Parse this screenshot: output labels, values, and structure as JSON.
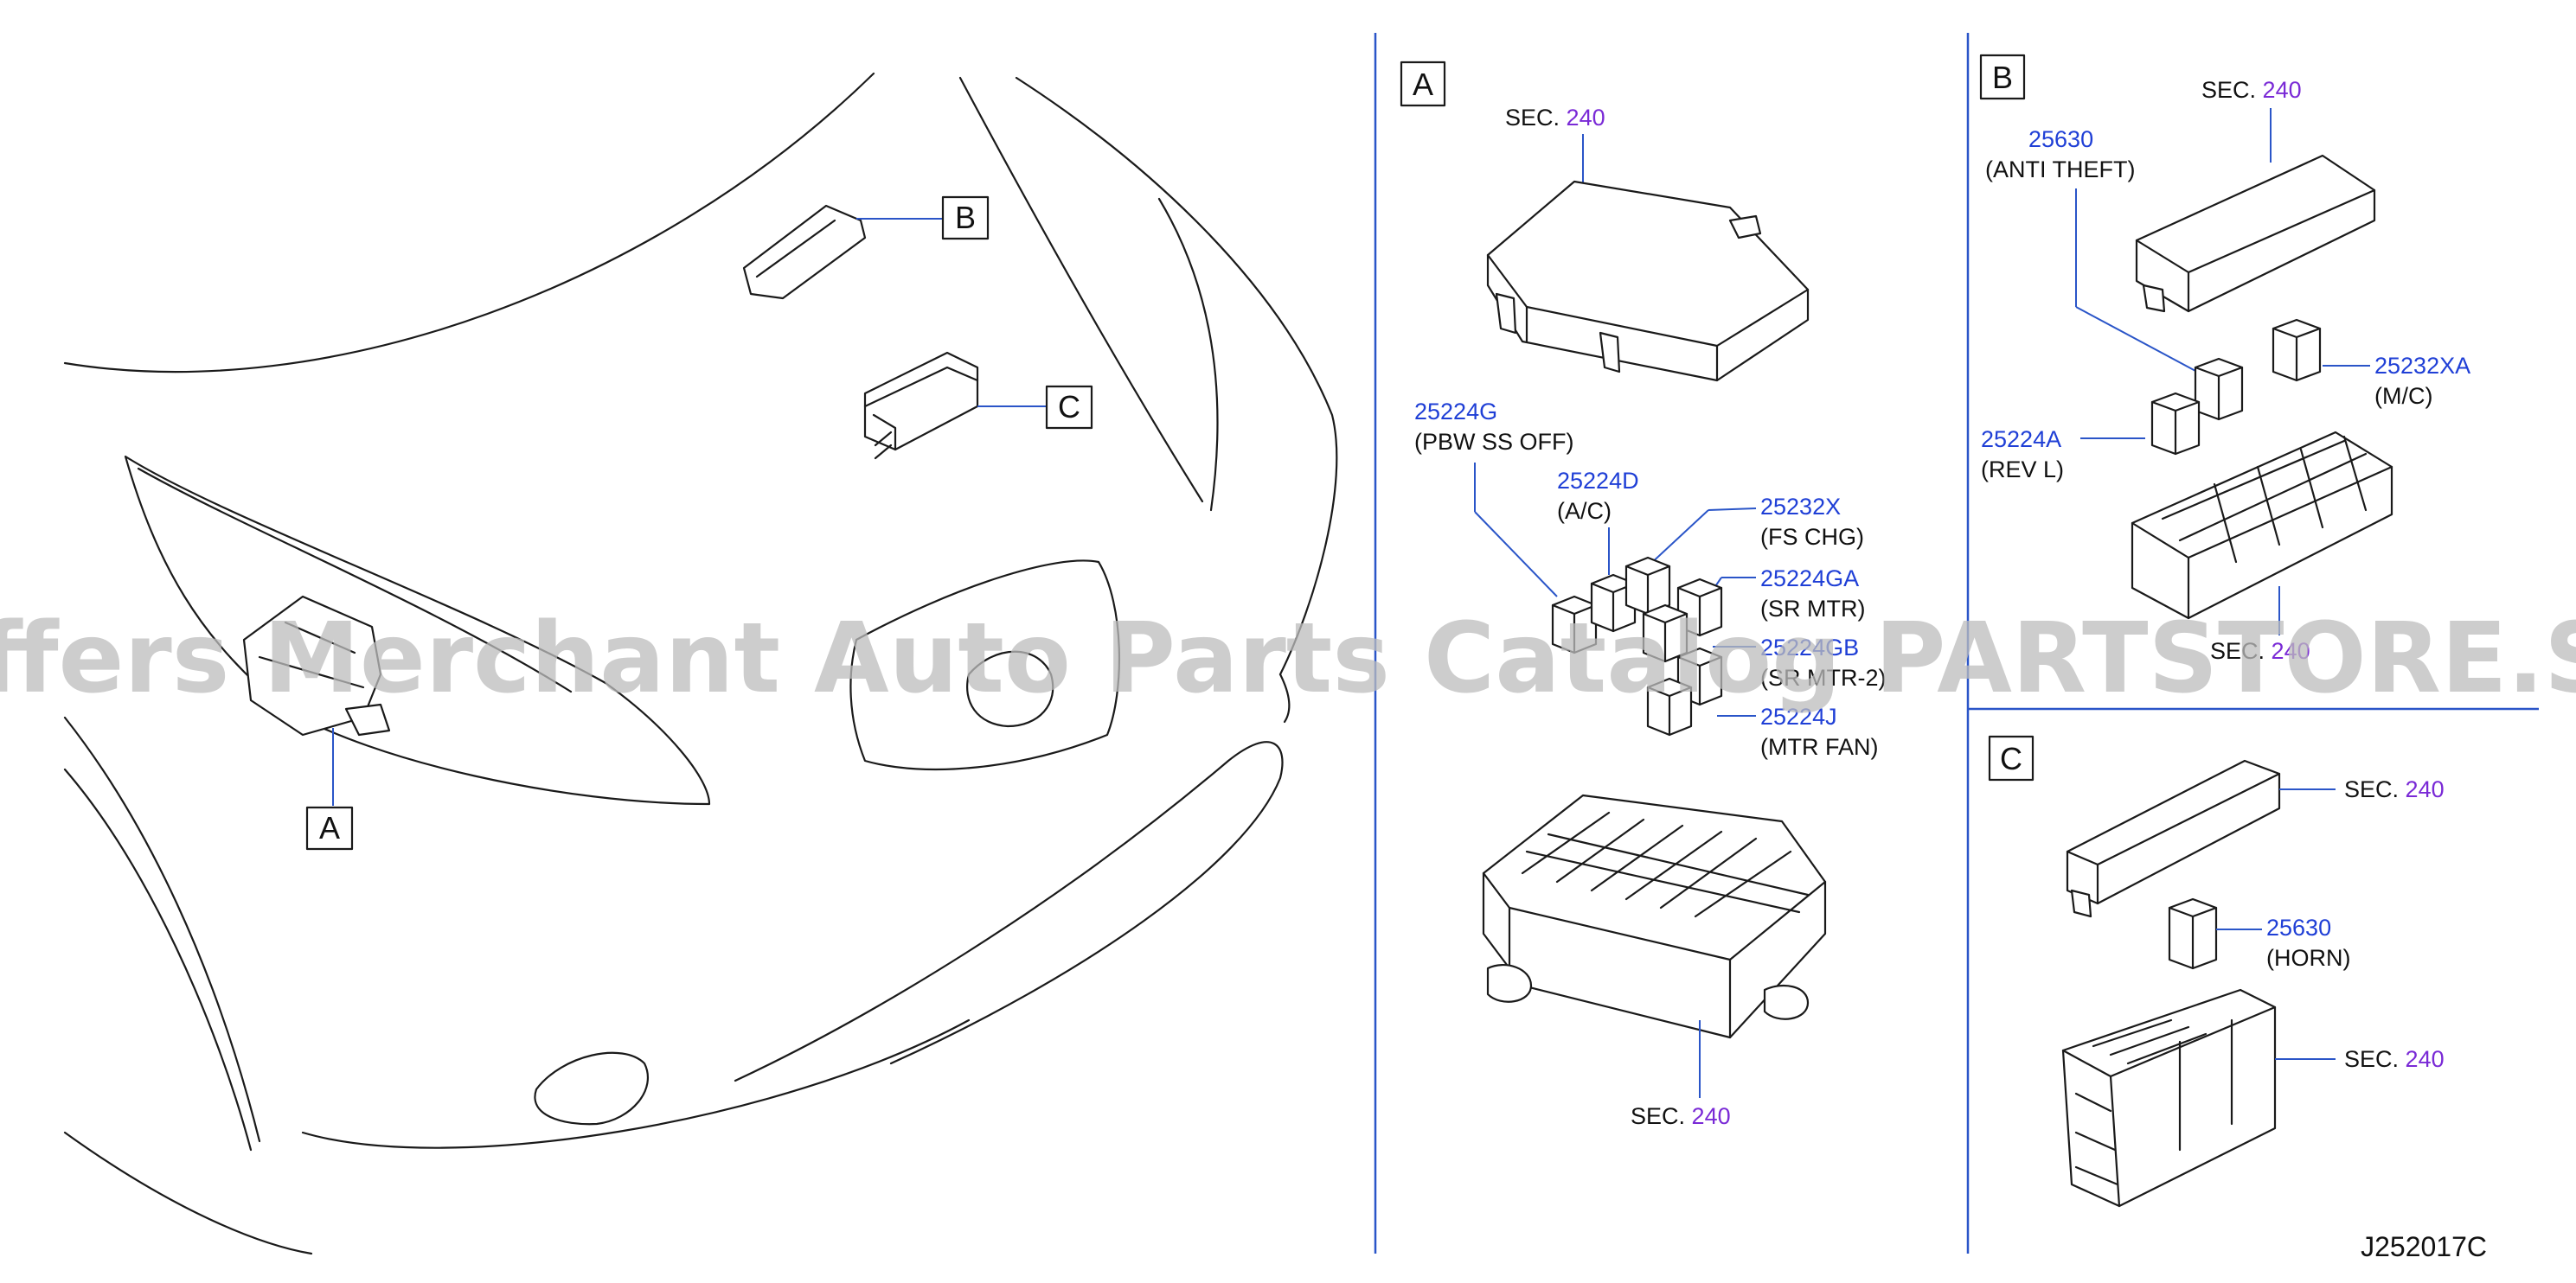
{
  "diagram_code": "J252017C",
  "watermark": "Offers Merchant Auto Parts Catalog PARTSTORE.SA",
  "overview": {
    "callout_a": "A",
    "callout_b": "B",
    "callout_c": "C"
  },
  "panel_a": {
    "label": "A",
    "cover": {
      "sec_prefix": "SEC.",
      "sec_num": "240"
    },
    "relays": [
      {
        "part": "25224G",
        "desc": "(PBW   SS   OFF)"
      },
      {
        "part": "25224D",
        "desc": "(A/C)"
      },
      {
        "part": "25232X",
        "desc": "(FS   CHG)"
      },
      {
        "part": "25224GA",
        "desc": "(SR   MTR)"
      },
      {
        "part": "25224GB",
        "desc": "(SR   MTR-2)"
      },
      {
        "part": "25224J",
        "desc": "(MTR   FAN)"
      }
    ],
    "block": {
      "sec_prefix": "SEC.",
      "sec_num": "240"
    }
  },
  "panel_b": {
    "label": "B",
    "cover": {
      "sec_prefix": "SEC.",
      "sec_num": "240"
    },
    "relays": [
      {
        "part": "25630",
        "desc": "(ANTI   THEFT)"
      },
      {
        "part": "25232XA",
        "desc": "(M/C)"
      },
      {
        "part": "25224A",
        "desc": "(REV   L)"
      }
    ],
    "block": {
      "sec_prefix": "SEC.",
      "sec_num": "240"
    }
  },
  "panel_c": {
    "label": "C",
    "cover": {
      "sec_prefix": "SEC.",
      "sec_num": "240"
    },
    "relays": [
      {
        "part": "25630",
        "desc": "(HORN)"
      }
    ],
    "block": {
      "sec_prefix": "SEC.",
      "sec_num": "240"
    }
  }
}
